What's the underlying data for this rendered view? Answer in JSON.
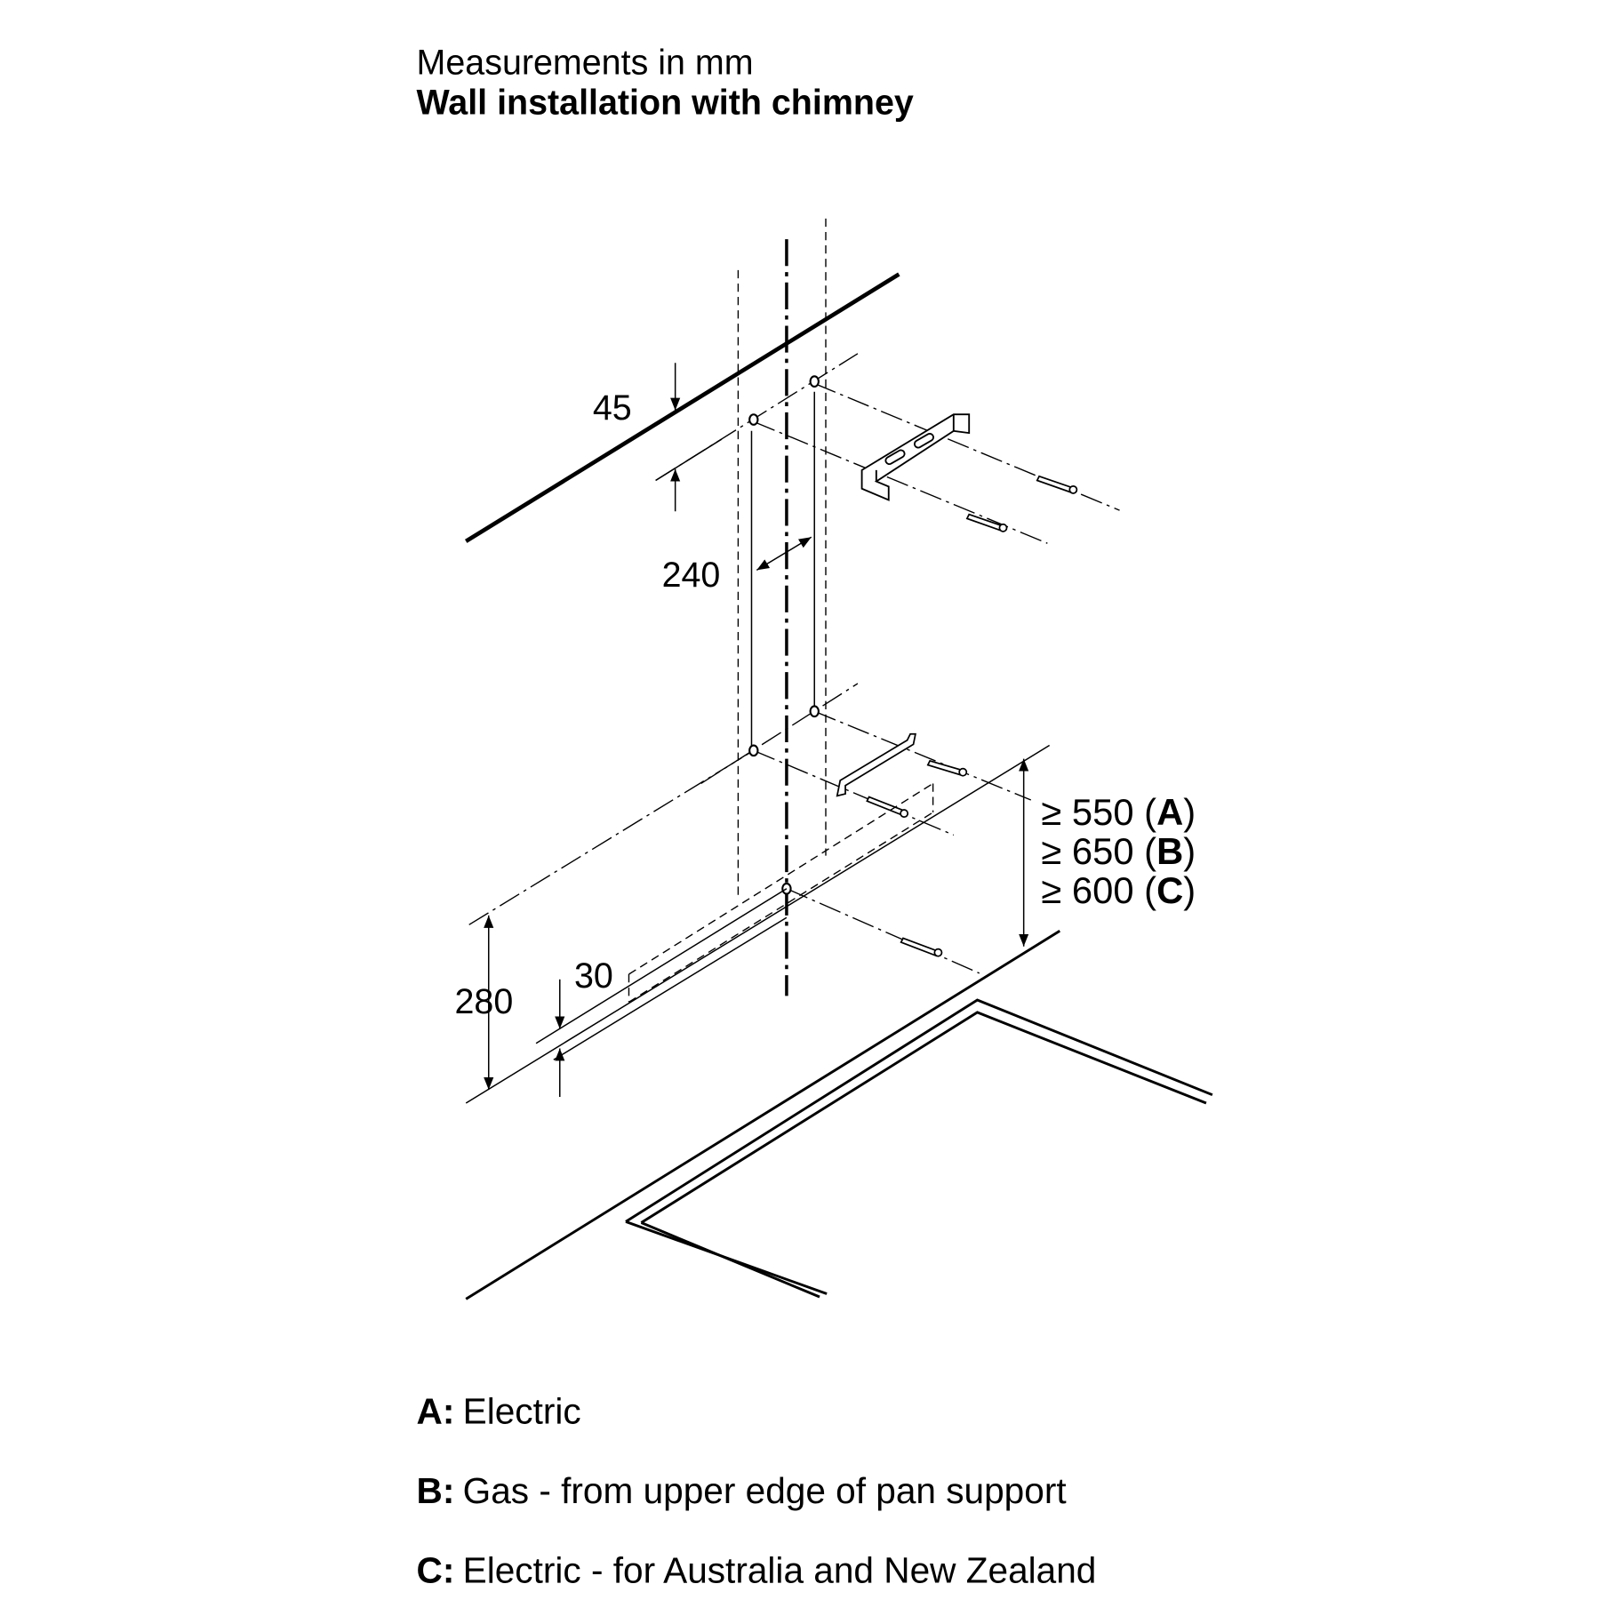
{
  "header": {
    "subtitle": "Measurements in mm",
    "title": "Wall installation with chimney"
  },
  "dimensions": {
    "d45": "45",
    "d240": "240",
    "d280": "280",
    "d30": "30",
    "min_heights": [
      {
        "prefix": "≥ 550 (",
        "key": "A",
        "suffix": ")"
      },
      {
        "prefix": "≥ 650 (",
        "key": "B",
        "suffix": ")"
      },
      {
        "prefix": "≥ 600 (",
        "key": "C",
        "suffix": ")"
      }
    ]
  },
  "legend": [
    {
      "key": "A:",
      "text": "Electric"
    },
    {
      "key": "B:",
      "text": "Gas - from upper edge of pan support"
    },
    {
      "key": "C:",
      "text": "Electric - for Australia and New Zealand"
    }
  ]
}
